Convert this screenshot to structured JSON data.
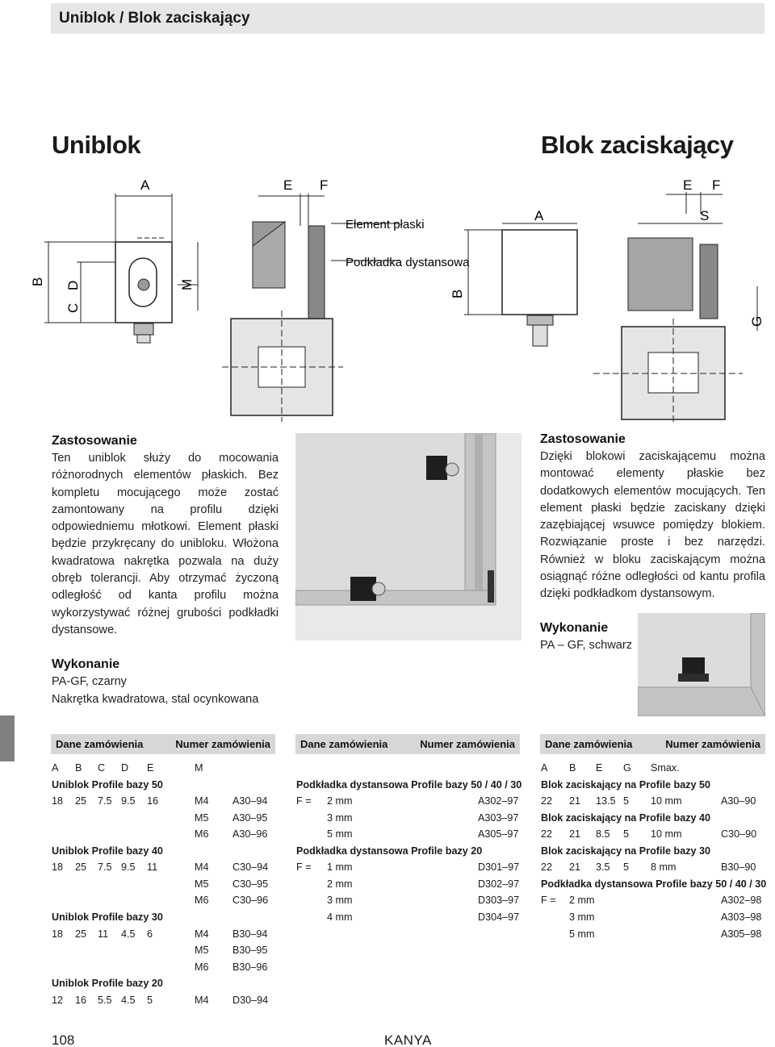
{
  "header": {
    "title": "Uniblok / Blok zaciskający"
  },
  "left_title": "Uniblok",
  "right_title": "Blok zaciskający",
  "drawing_left": {
    "labels": {
      "A": "A",
      "E": "E",
      "F": "F",
      "B": "B",
      "C": "C",
      "D": "D",
      "M": "M"
    }
  },
  "drawing_right": {
    "labels": {
      "A": "A",
      "E": "E",
      "F": "F",
      "S": "S",
      "B": "B",
      "G": "G"
    },
    "callout_flat": "Element płaski",
    "callout_spacer": "Podkładka dystansowa"
  },
  "left_text": {
    "heading1": "Zastosowanie",
    "body1": "Ten uniblok służy do mocowania różnorodnych elementów płaskich. Bez kompletu mocującego może zostać zamontowany na profilu dzięki odpowiedniemu młotkowi. Element płaski będzie przykręcany do uniblo­ku. Włożona kwadratowa nakrętka pozwala na duży obręb tolerancji. Aby otrzymać życzoną odległość od kanta profilu można wykorzystywać różnej grubości podkładki dystansowe.",
    "heading2": "Wykonanie",
    "body2a": "PA-GF, czarny",
    "body2b": "Nakrętka kwadratowa, stal ocynkowana"
  },
  "right_text": {
    "heading1": "Zastosowanie",
    "body1": "Dzięki blokowi zaciskającemu można montować elementy płaskie bez dodatkowych elementów mocujących. Ten element płaski będzie zaciskany dzięki zazębiającej wsuwce pomiędzy blokiem. Rozwiązanie proste i bez narzędzi. Również w bloku zaciskającym można osiągnąć różne odległości od kantu profila dzięki podkładkom dystansowym.",
    "heading2": "Wykonanie",
    "body2": "PA – GF, schwarz"
  },
  "table_headers": [
    {
      "left": "Dane zamówienia",
      "right": "Numer zamówienia"
    },
    {
      "left": "Dane zamówienia",
      "right": "Numer zamówienia"
    },
    {
      "left": "Dane zamówienia",
      "right": "Numer zamówienia"
    }
  ],
  "table1": {
    "columns": [
      "A",
      "B",
      "C",
      "D",
      "E",
      "M"
    ],
    "groups": [
      {
        "title": "Uniblok Profile bazy 50",
        "rows": [
          {
            "vals": [
              "18",
              "25",
              "7.5",
              "9.5",
              "16"
            ],
            "m": "M4",
            "no": "A30–94"
          },
          {
            "vals": [
              "",
              "",
              "",
              "",
              ""
            ],
            "m": "M5",
            "no": "A30–95"
          },
          {
            "vals": [
              "",
              "",
              "",
              "",
              ""
            ],
            "m": "M6",
            "no": "A30–96"
          }
        ]
      },
      {
        "title": "Uniblok Profile bazy 40",
        "rows": [
          {
            "vals": [
              "18",
              "25",
              "7.5",
              "9.5",
              "11"
            ],
            "m": "M4",
            "no": "C30–94"
          },
          {
            "vals": [
              "",
              "",
              "",
              "",
              ""
            ],
            "m": "M5",
            "no": "C30–95"
          },
          {
            "vals": [
              "",
              "",
              "",
              "",
              ""
            ],
            "m": "M6",
            "no": "C30–96"
          }
        ]
      },
      {
        "title": "Uniblok Profile bazy 30",
        "rows": [
          {
            "vals": [
              "18",
              "25",
              "11",
              "4.5",
              "6"
            ],
            "m": "M4",
            "no": "B30–94"
          },
          {
            "vals": [
              "",
              "",
              "",
              "",
              ""
            ],
            "m": "M5",
            "no": "B30–95"
          },
          {
            "vals": [
              "",
              "",
              "",
              "",
              ""
            ],
            "m": "M6",
            "no": "B30–96"
          }
        ]
      },
      {
        "title": "Uniblok Profile bazy 20",
        "rows": [
          {
            "vals": [
              "12",
              "16",
              "5.5",
              "4.5",
              "5"
            ],
            "m": "M4",
            "no": "D30–94"
          }
        ]
      }
    ]
  },
  "table2": {
    "groups": [
      {
        "title": "Podkładka dystansowa Profile bazy 50 / 40 / 30",
        "rows": [
          {
            "f": "F =",
            "v": "2 mm",
            "no": "A302–97"
          },
          {
            "f": "",
            "v": "3 mm",
            "no": "A303–97"
          },
          {
            "f": "",
            "v": "5 mm",
            "no": "A305–97"
          }
        ]
      },
      {
        "title": "Podkładka dystansowa Profile bazy 20",
        "rows": [
          {
            "f": "F =",
            "v": "1 mm",
            "no": "D301–97"
          },
          {
            "f": "",
            "v": "2 mm",
            "no": "D302–97"
          },
          {
            "f": "",
            "v": "3 mm",
            "no": "D303–97"
          },
          {
            "f": "",
            "v": "4 mm",
            "no": "D304–97"
          }
        ]
      }
    ]
  },
  "table3": {
    "columns": [
      "A",
      "B",
      "E",
      "G",
      "Smax."
    ],
    "groups": [
      {
        "title": "Blok zaciskający na Profile bazy 50",
        "rows": [
          {
            "vals": [
              "22",
              "21",
              "13.5",
              "5",
              "10 mm"
            ],
            "no": "A30–90"
          }
        ]
      },
      {
        "title": "Blok zaciskający na Profile bazy 40",
        "rows": [
          {
            "vals": [
              "22",
              "21",
              "8.5",
              "5",
              "10 mm"
            ],
            "no": "C30–90"
          }
        ]
      },
      {
        "title": "Blok zaciskający na Profile bazy 30",
        "rows": [
          {
            "vals": [
              "22",
              "21",
              "3.5",
              "5",
              "8 mm"
            ],
            "no": "B30–90"
          }
        ]
      },
      {
        "title": "Podkładka dystansowa Profile bazy 50 / 40 / 30",
        "rows": [
          {
            "vals": [
              "F =",
              "2 mm",
              "",
              "",
              ""
            ],
            "no": "A302–98"
          },
          {
            "vals": [
              "",
              "3 mm",
              "",
              "",
              ""
            ],
            "no": "A303–98"
          },
          {
            "vals": [
              "",
              "5 mm",
              "",
              "",
              ""
            ],
            "no": "A305–98"
          }
        ]
      }
    ]
  },
  "footer": {
    "page": "108",
    "brand": "KANYA"
  }
}
